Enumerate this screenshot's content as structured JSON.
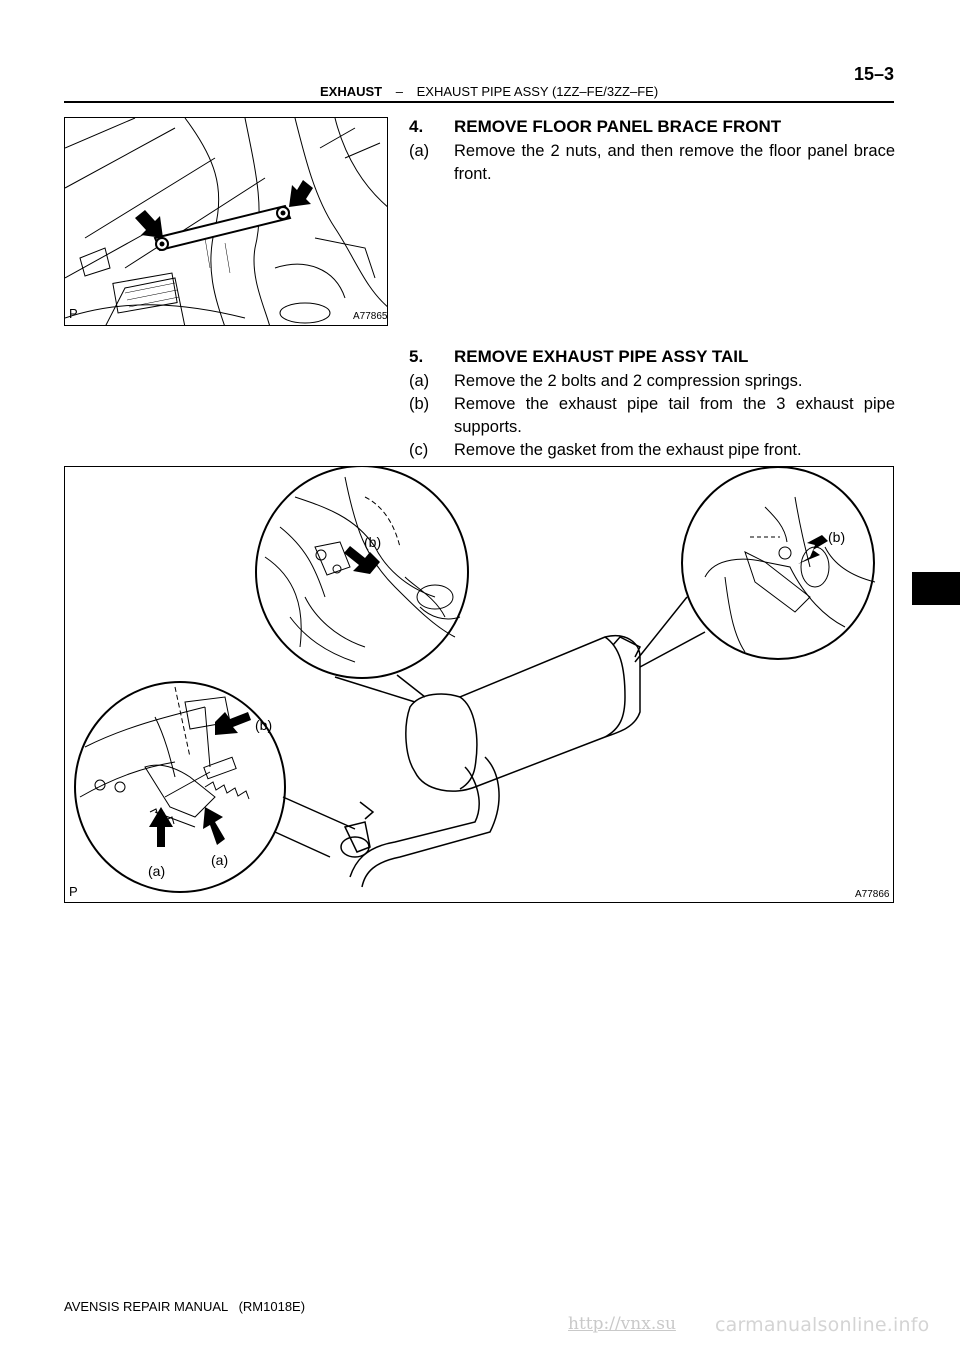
{
  "header": {
    "page_number": "15–3",
    "section": "EXHAUST",
    "dash": "–",
    "subsection": "EXHAUST PIPE ASSY (1ZZ–FE/3ZZ–FE)"
  },
  "figures": [
    {
      "p_label": "P",
      "figure_id": "A77865"
    },
    {
      "p_label": "P",
      "figure_id": "A77866",
      "callouts": [
        "(b)",
        "(b)",
        "(b)",
        "(a)",
        "(a)"
      ]
    }
  ],
  "steps": [
    {
      "number": "4.",
      "title": "REMOVE FLOOR PANEL BRACE FRONT",
      "substeps": [
        {
          "label": "(a)",
          "text": "Remove the 2 nuts, and then remove the floor panel brace front."
        }
      ]
    },
    {
      "number": "5.",
      "title": "REMOVE EXHAUST PIPE ASSY TAIL",
      "substeps": [
        {
          "label": "(a)",
          "text": "Remove the 2 bolts and 2 compression springs."
        },
        {
          "label": "(b)",
          "text": "Remove the exhaust pipe tail from the 3 exhaust pipe supports."
        },
        {
          "label": "(c)",
          "text": "Remove the gasket from the exhaust pipe front."
        }
      ]
    }
  ],
  "footer": {
    "manual": "AVENSIS REPAIR MANUAL   (RM1018E)"
  },
  "watermarks": {
    "url": "http://vnx.su",
    "site": "carmanualsonline.info"
  }
}
